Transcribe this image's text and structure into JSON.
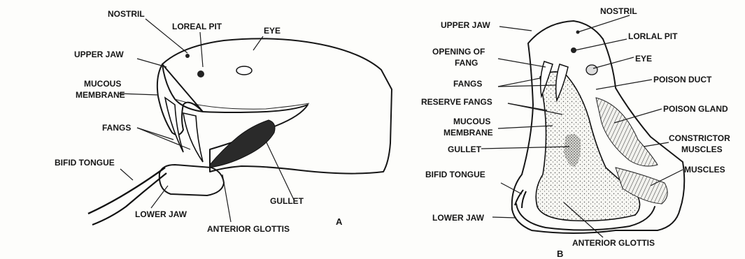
{
  "figure_a": {
    "letter": "A",
    "labels": {
      "nostril": "NOSTRIL",
      "loreal_pit": "LOREAL PIT",
      "eye": "EYE",
      "upper_jaw": "UPPER JAW",
      "mucous_line1": "MUCOUS",
      "mucous_line2": "MEMBRANE",
      "fangs": "FANGS",
      "bifid_tongue": "BIFID TONGUE",
      "lower_jaw": "LOWER JAW",
      "anterior_glottis": "ANTERIOR GLOTTIS",
      "gullet": "GULLET"
    }
  },
  "figure_b": {
    "letter": "B",
    "labels": {
      "nostril": "NOSTRIL",
      "upper_jaw": "UPPER JAW",
      "loreal_pit": "LORLAL PIT",
      "opening_line1": "OPENING OF",
      "opening_line2": "FANG",
      "eye": "EYE",
      "fangs": "FANGS",
      "poison_duct": "POISON DUCT",
      "reserve_fangs": "RESERVE FANGS",
      "poison_gland": "POISON GLAND",
      "mucous_line1": "MUCOUS",
      "mucous_line2": "MEMBRANE",
      "constrictor_line1": "CONSTRICTOR",
      "constrictor_line2": "MUSCLES",
      "gullet": "GULLET",
      "muscles": "MUSCLES",
      "bifid_tongue": "BIFID TONGUE",
      "lower_jaw": "LOWER JAW",
      "anterior_glottis": "ANTERIOR GLOTTIS"
    }
  }
}
